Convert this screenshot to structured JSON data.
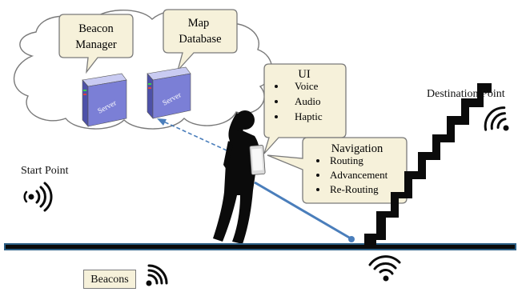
{
  "cloud": {
    "beacon_manager": [
      "Beacon",
      "Manager"
    ],
    "map_database": [
      "Map",
      "Database"
    ],
    "server_label": "Server"
  },
  "ui_bubble": {
    "title": "UI",
    "items": [
      "Voice",
      "Audio",
      "Haptic"
    ]
  },
  "nav_bubble": {
    "title": "Navigation",
    "items": [
      "Routing",
      "Advancement",
      "Re-Routing"
    ]
  },
  "labels": {
    "start": "Start Point",
    "destination": "Destination Point",
    "beacons": "Beacons"
  },
  "icons": [
    "wifi-beacon-icon",
    "server-icon",
    "person-icon",
    "staircase-icon",
    "phone-icon"
  ],
  "colors": {
    "bubble_fill": "#f6f1da",
    "bubble_stroke": "#7a7a7a",
    "floor": "#2b5f86",
    "cane": "#4a7ebb",
    "server": "#7b7fd6"
  }
}
